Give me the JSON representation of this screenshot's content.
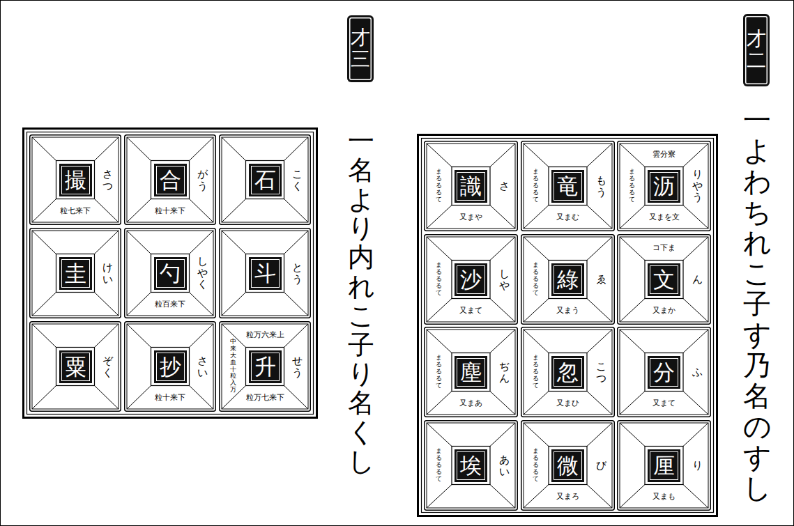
{
  "diagram": {
    "nodes": [
      {
        "text": [
          "才二"
        ]
      },
      {
        "text": [
          "りやう",
          "雲分寮",
          "又まを文",
          "まるるるて"
        ]
      },
      {
        "text": [
          "沥"
        ],
        "in": 1
      },
      {
        "text": [
          "ん",
          "コ下ま",
          "又まか"
        ]
      },
      {
        "text": [
          "文"
        ],
        "in": 3
      },
      {
        "text": [
          "ふ",
          "又まて"
        ]
      },
      {
        "text": [
          "分"
        ],
        "in": 5
      },
      {
        "text": [
          "り",
          "又まも"
        ]
      },
      {
        "text": [
          "厘"
        ],
        "in": 7
      },
      {
        "text": [
          "もう",
          "まるるるて",
          "又まむ"
        ]
      },
      {
        "text": [
          "竜"
        ],
        "in": 9
      },
      {
        "text": [
          "ゑ",
          "まるるるて",
          "又まう"
        ]
      },
      {
        "text": [
          "綠"
        ],
        "in": 11
      },
      {
        "text": [
          "こつ",
          "まるるるて",
          "又まひ"
        ]
      },
      {
        "text": [
          "忽"
        ],
        "in": 13
      },
      {
        "text": [
          "び",
          "まるるるて",
          "又まろ"
        ]
      },
      {
        "text": [
          "微"
        ],
        "in": 15
      },
      {
        "text": [
          "さ",
          "まるるるて",
          "又まや"
        ]
      },
      {
        "text": [
          "識"
        ],
        "in": 17
      },
      {
        "text": [
          "しや",
          "まるるるて",
          "又まて"
        ]
      },
      {
        "text": [
          "沙"
        ],
        "in": 19
      },
      {
        "text": [
          "ぢん",
          "まるるるて",
          "又まあ"
        ]
      },
      {
        "text": [
          "塵"
        ],
        "in": 21
      },
      {
        "text": [
          "あい",
          "まるるるて"
        ]
      },
      {
        "text": [
          "埃"
        ],
        "in": 23
      },
      {
        "text": [
          "才三"
        ]
      },
      {
        "text": [
          "こく"
        ]
      },
      {
        "text": [
          "石"
        ],
        "in": 26
      },
      {
        "text": [
          "とう"
        ]
      },
      {
        "text": [
          "斗"
        ],
        "in": 28
      },
      {
        "text": [
          "せう",
          "粒万六来上",
          "中来大血十粒入万",
          "粒万七来下"
        ]
      },
      {
        "text": [
          "升"
        ],
        "in": 30
      },
      {
        "text": [
          "がう",
          "粒十来下"
        ]
      },
      {
        "text": [
          "合"
        ],
        "in": 32
      },
      {
        "text": [
          "しやく",
          "粒百来下"
        ]
      },
      {
        "text": [
          "勺"
        ],
        "in": 34
      },
      {
        "text": [
          "さい",
          "粒十来下"
        ]
      },
      {
        "text": [
          "抄"
        ],
        "in": 36
      },
      {
        "text": [
          "さつ",
          "粒七来下"
        ]
      },
      {
        "text": [
          "撮"
        ],
        "in": 38
      },
      {
        "text": [
          "けい"
        ]
      },
      {
        "text": [
          "圭"
        ],
        "in": 40
      },
      {
        "text": [
          "ぞく"
        ]
      },
      {
        "text": [
          "粟"
        ],
        "in": 42
      }
    ],
    "labels": [
      "一よわちれこ子す乃名のすし",
      "一名より内れこ子り名くし"
    ]
  }
}
